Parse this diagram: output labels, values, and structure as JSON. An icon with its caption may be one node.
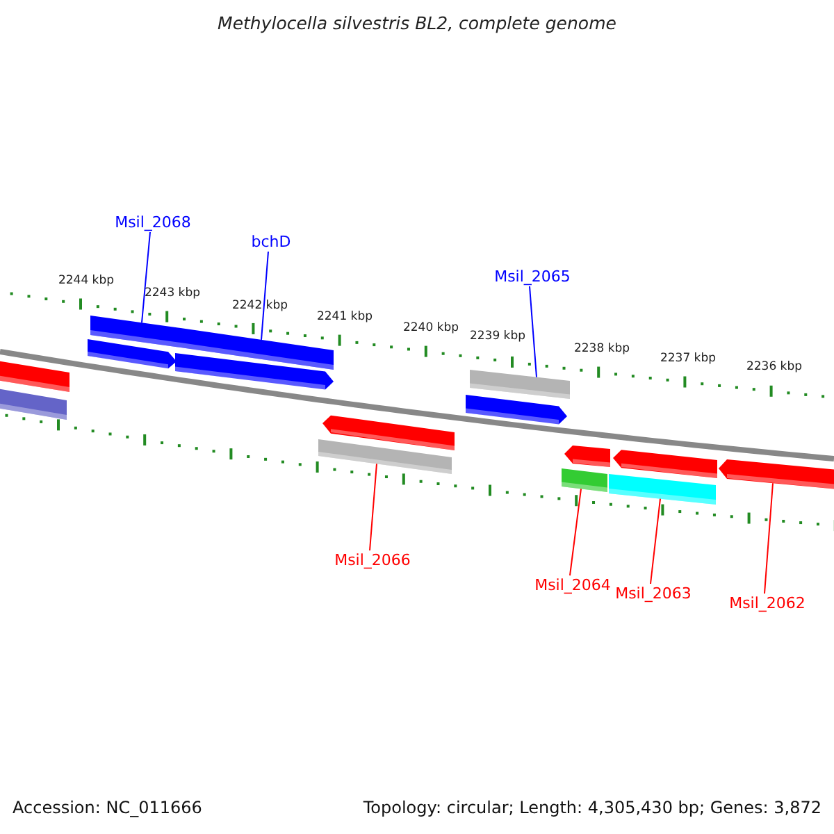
{
  "diagram": {
    "title": "Methylocella silvestris BL2, complete genome",
    "nodes": [
      {
        "text": [
          "Msil_2068"
        ]
      },
      {
        "text": [
          "bchD"
        ]
      },
      {
        "text": [
          "Msil_2065"
        ]
      },
      {
        "text": [
          "Msil_2066"
        ]
      },
      {
        "text": [
          "Msil_2064"
        ]
      },
      {
        "text": [
          "Msil_2063"
        ]
      },
      {
        "text": [
          "Msil_2062"
        ]
      },
      {
        "text": [],
        "shape": "bar"
      },
      {
        "text": [],
        "shape": "bar"
      },
      {
        "text": [],
        "shape": "arrow"
      },
      {
        "text": [],
        "shape": "bar"
      },
      {
        "text": [],
        "shape": "arrow"
      },
      {
        "text": [],
        "shape": "bar"
      },
      {
        "text": [],
        "shape": "bar"
      },
      {
        "text": [],
        "shape": "arrow"
      },
      {
        "text": [],
        "shape": "arrow"
      },
      {
        "text": [],
        "shape": "bar"
      },
      {
        "text": [],
        "shape": "bar"
      },
      {
        "text": [],
        "shape": "arrow"
      },
      {
        "text": [],
        "shape": "bar"
      },
      {
        "text": [],
        "shape": "arrow"
      },
      {
        "text": [],
        "shape": "arrow"
      }
    ],
    "edges": [
      {
        "from": 0,
        "to": 10,
        "arrow": "none",
        "color": "#0000ff"
      },
      {
        "from": 1,
        "to": 12,
        "arrow": "none",
        "color": "#0000ff"
      },
      {
        "from": 2,
        "to": 16,
        "arrow": "none",
        "color": "#0000ff"
      },
      {
        "from": 3,
        "to": 13,
        "arrow": "none"
      },
      {
        "from": 4,
        "to": 17,
        "arrow": "none"
      },
      {
        "from": 5,
        "to": 19,
        "arrow": "none"
      },
      {
        "from": 6,
        "to": 21,
        "arrow": "none"
      }
    ],
    "labels": [
      "2244 kbp",
      "2243 kbp",
      "2242 kbp",
      "2241 kbp",
      "2240 kbp",
      "2239 kbp",
      "2238 kbp",
      "2237 kbp",
      "2236 kbp",
      "Accession: NC_011666",
      "Topology: circular; Length: 4,305,430 bp; Genes: 3,872"
    ]
  }
}
